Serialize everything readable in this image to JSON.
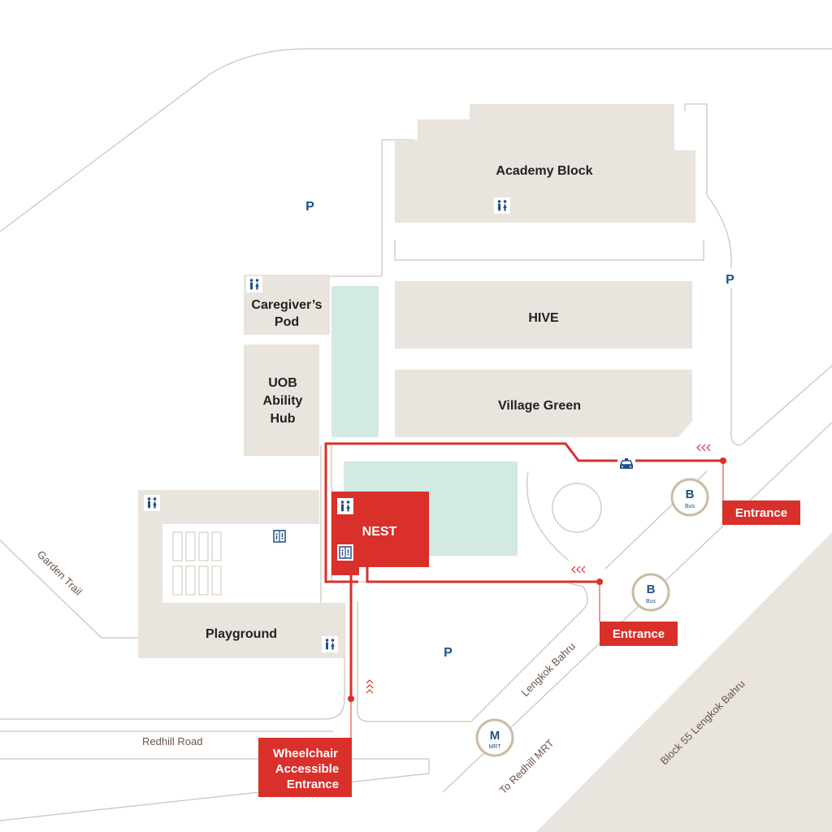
{
  "buildings": {
    "academy_block": "Academy Block",
    "hive": "HIVE",
    "village_green": "Village Green",
    "caregivers_pod_line1": "Caregiver’s",
    "caregivers_pod_line2": "Pod",
    "uob_line1": "UOB",
    "uob_line2": "Ability",
    "uob_line3": "Hub",
    "nest": "NEST",
    "playground": "Playground"
  },
  "roads": {
    "redhill_road": "Redhill Road",
    "garden_trail": "Garden Trail",
    "lengkok_bahru": "Lengkok Bahru",
    "to_redhill_mrt": "To Redhill MRT",
    "block55": "Block 55 Lengkok Bahru"
  },
  "entrances": {
    "entrance_east": "Entrance",
    "entrance_south": "Entrance",
    "wheelchair_line1": "Wheelchair",
    "wheelchair_line2": "Accessible",
    "wheelchair_line3": "Entrance"
  },
  "markers": {
    "parking": "P",
    "bus_letter": "B",
    "bus_sub": "Bus",
    "mrt_letter": "M",
    "mrt_sub": "MRT"
  },
  "colors": {
    "accent_red": "#d9302b",
    "building": "#e9e4dd",
    "green_area": "#d3e9e3",
    "icon_blue": "#1f4f86",
    "road_outline": "#cfc6b8"
  }
}
